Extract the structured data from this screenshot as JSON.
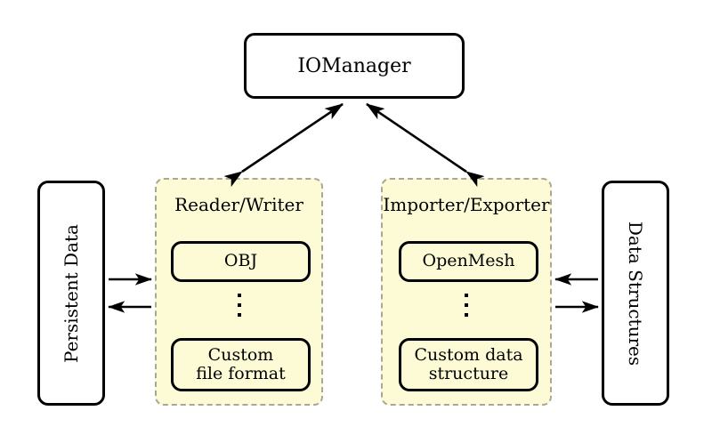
{
  "diagram": {
    "title_node": {
      "label": "IOManager"
    },
    "left_store": {
      "label": "Persistent Data"
    },
    "right_store": {
      "label": "Data Structures"
    },
    "panels": [
      {
        "id": "reader-writer",
        "title": "Reader/Writer",
        "items": [
          {
            "label": "OBJ"
          },
          {
            "label_line1": "Custom",
            "label_line2": "file format"
          }
        ],
        "ellipsis": "vertical-dots"
      },
      {
        "id": "importer-exporter",
        "title": "Importer/Exporter",
        "items": [
          {
            "label": "OpenMesh"
          },
          {
            "label_line1": "Custom data",
            "label_line2": "structure"
          }
        ],
        "ellipsis": "vertical-dots"
      }
    ],
    "connections": [
      {
        "name": "iomanager-to-reader-writer",
        "style": "double-headed"
      },
      {
        "name": "iomanager-to-importer-exporter",
        "style": "double-headed"
      },
      {
        "name": "persistent-to-reader-writer",
        "style": "single-headed-right"
      },
      {
        "name": "reader-writer-to-persistent",
        "style": "single-headed-left"
      },
      {
        "name": "data-structures-to-importer-exporter",
        "style": "single-headed-left"
      },
      {
        "name": "importer-exporter-to-data-structures",
        "style": "single-headed-right"
      }
    ],
    "colors": {
      "panel_fill": "#fcfbd5",
      "panel_border": "#a8a89a",
      "node_border": "#000000",
      "background": "#ffffff"
    }
  }
}
